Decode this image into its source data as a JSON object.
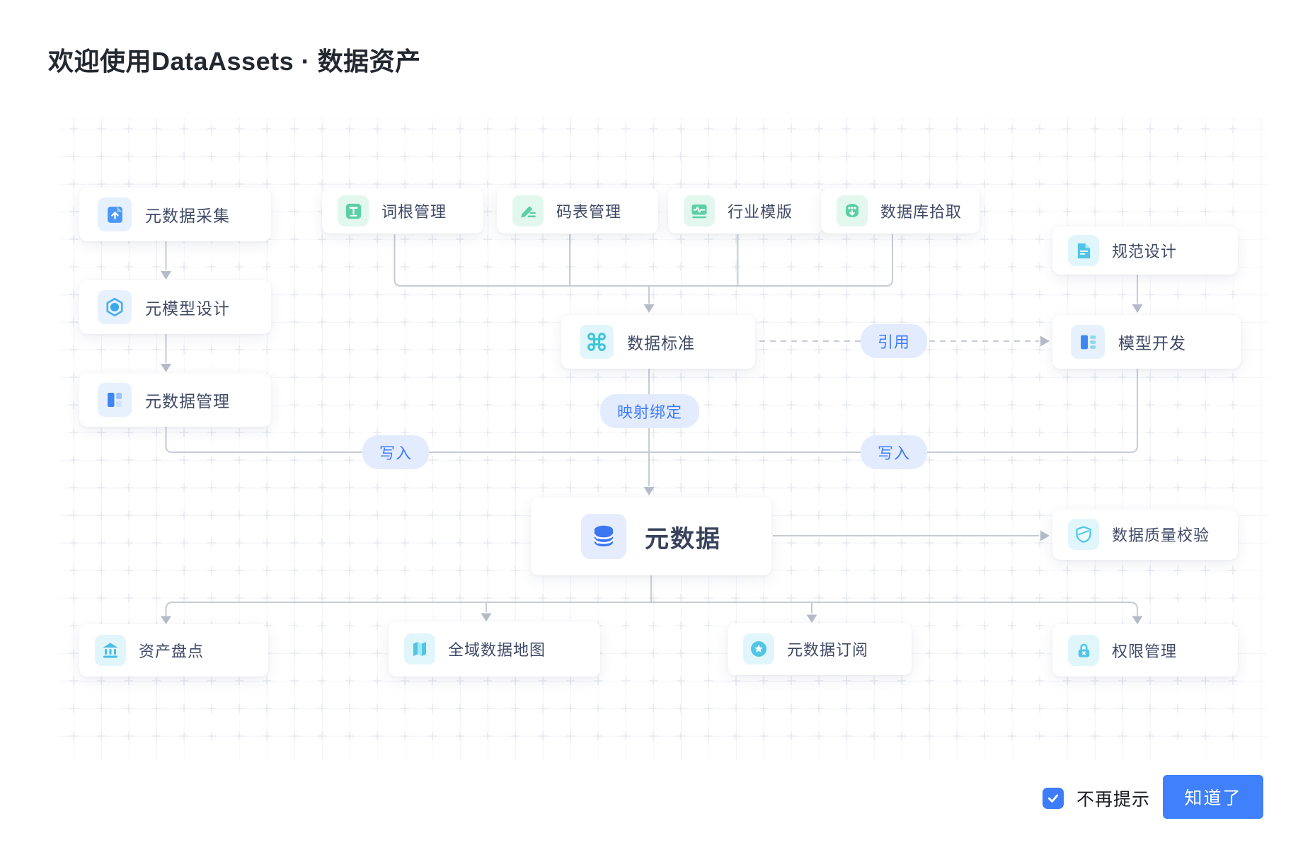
{
  "page": {
    "title": "欢迎使用DataAssets · 数据资产"
  },
  "nodes": {
    "meta_collect": {
      "label": "元数据采集",
      "icon": "upload-file-icon"
    },
    "meta_model": {
      "label": "元模型设计",
      "icon": "hexagon-model-icon"
    },
    "meta_manage": {
      "label": "元数据管理",
      "icon": "grid-layout-icon"
    },
    "word_root": {
      "label": "词根管理",
      "icon": "letter-t-icon"
    },
    "code_table": {
      "label": "码表管理",
      "icon": "pencil-edit-icon"
    },
    "industry_template": {
      "label": "行业模版",
      "icon": "pulse-template-icon"
    },
    "db_pickup": {
      "label": "数据库拾取",
      "icon": "database-download-icon"
    },
    "spec_design": {
      "label": "规范设计",
      "icon": "document-icon"
    },
    "data_standard": {
      "label": "数据标准",
      "icon": "command-icon"
    },
    "model_dev": {
      "label": "模型开发",
      "icon": "layout-columns-icon"
    },
    "metadata": {
      "label": "元数据",
      "icon": "database-icon"
    },
    "data_quality": {
      "label": "数据质量校验",
      "icon": "shield-icon"
    },
    "asset_inventory": {
      "label": "资产盘点",
      "icon": "bank-icon"
    },
    "data_map": {
      "label": "全域数据地图",
      "icon": "map-icon"
    },
    "meta_subscribe": {
      "label": "元数据订阅",
      "icon": "star-circle-icon"
    },
    "permission": {
      "label": "权限管理",
      "icon": "lock-icon"
    }
  },
  "edges": {
    "reference": "引用",
    "mapping_binding": "映射绑定",
    "write_left": "写入",
    "write_right": "写入"
  },
  "footer": {
    "dont_remind_label": "不再提示",
    "checkbox_checked": true,
    "got_it_label": "知道了"
  },
  "colors": {
    "accent_blue": "#3E7CFA",
    "button_blue": "#4080FA",
    "icon_blue": "#4A97F6",
    "icon_green": "#5CCFA5",
    "icon_cyan": "#4FC6E8",
    "line_gray": "#C7CBD5",
    "pill_bg": "#E3ECFE",
    "text_dark": "#3F4966"
  }
}
